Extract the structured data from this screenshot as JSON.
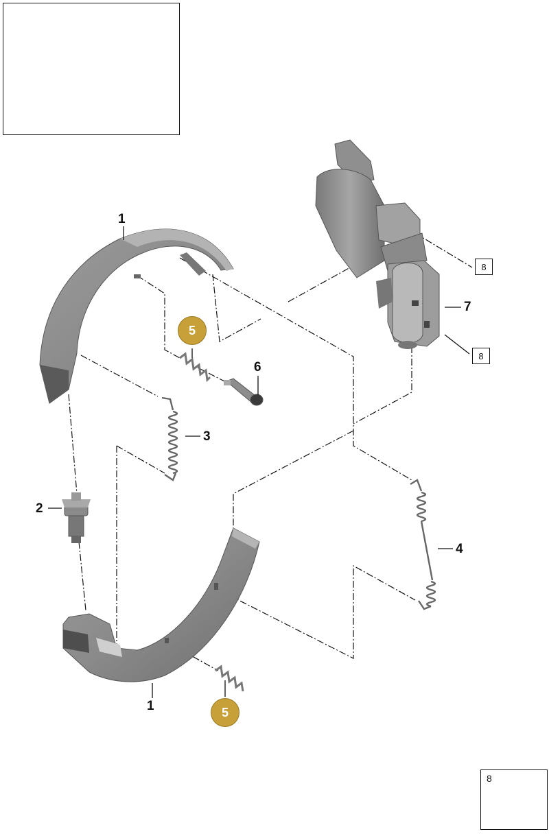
{
  "callouts": {
    "shoe_top": "1",
    "adjuster": "2",
    "spring_upper": "3",
    "spring_lower": "4",
    "pin": "6",
    "actuator": "7",
    "shoe_bottom": "1"
  },
  "boxed_refs": {
    "bolt_upper": "8",
    "bolt_lower": "8",
    "detail": "8"
  },
  "badges": {
    "spring_upper_badge": "5",
    "spring_lower_badge": "5"
  },
  "colors": {
    "part_fill": "#8e8e8e",
    "part_dark": "#5e5e5e",
    "part_light": "#b2b2b2",
    "badge": "#c7a039",
    "line": "#111111"
  }
}
